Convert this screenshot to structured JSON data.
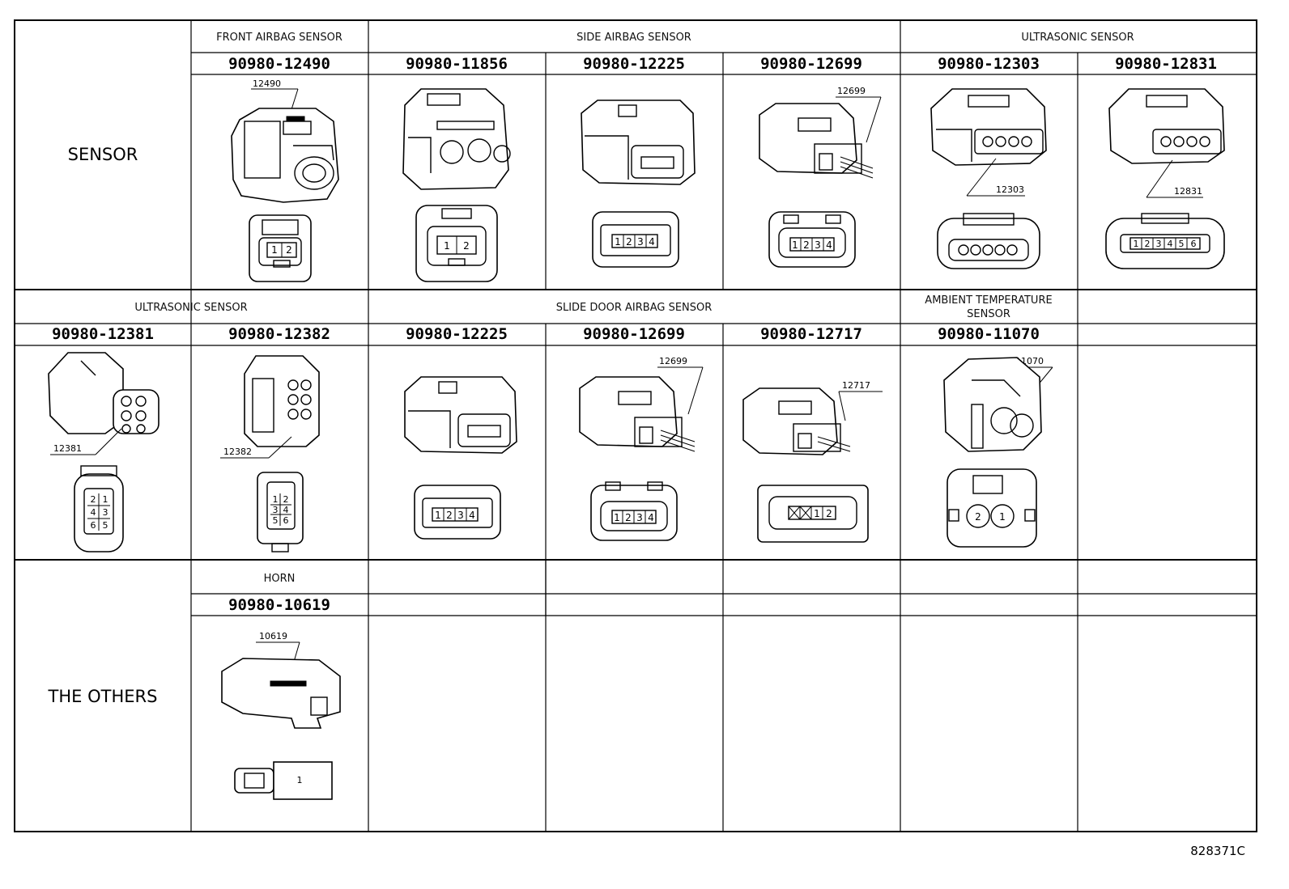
{
  "rows": {
    "r1": {
      "category": "SENSOR",
      "groups": [
        "FRONT AIRBAG SENSOR",
        "SIDE AIRBAG SENSOR",
        "ULTRASONIC SENSOR"
      ],
      "parts": [
        "90980-12490",
        "90980-11856",
        "90980-12225",
        "90980-12699",
        "90980-12303",
        "90980-12831"
      ],
      "callouts": [
        "12490",
        "12699",
        "12303",
        "12831"
      ]
    },
    "r2": {
      "groups": [
        "ULTRASONIC SENSOR",
        "SLIDE DOOR AIRBAG SENSOR"
      ],
      "ambient_line1": "AMBIENT TEMPERATURE",
      "ambient_line2": "SENSOR",
      "parts": [
        "90980-12381",
        "90980-12382",
        "90980-12225",
        "90980-12699",
        "90980-12717",
        "90980-11070"
      ],
      "callouts": [
        "12381",
        "12382",
        "12699",
        "12717",
        "11070"
      ]
    },
    "r3": {
      "category": "THE OTHERS",
      "groups": [
        "HORN"
      ],
      "parts": [
        "90980-10619"
      ],
      "callouts": [
        "10619"
      ]
    }
  },
  "pins": {
    "p1": "1",
    "p2": "2",
    "p3": "3",
    "p4": "4",
    "p5": "5",
    "p6": "6"
  },
  "reference": "828371C"
}
